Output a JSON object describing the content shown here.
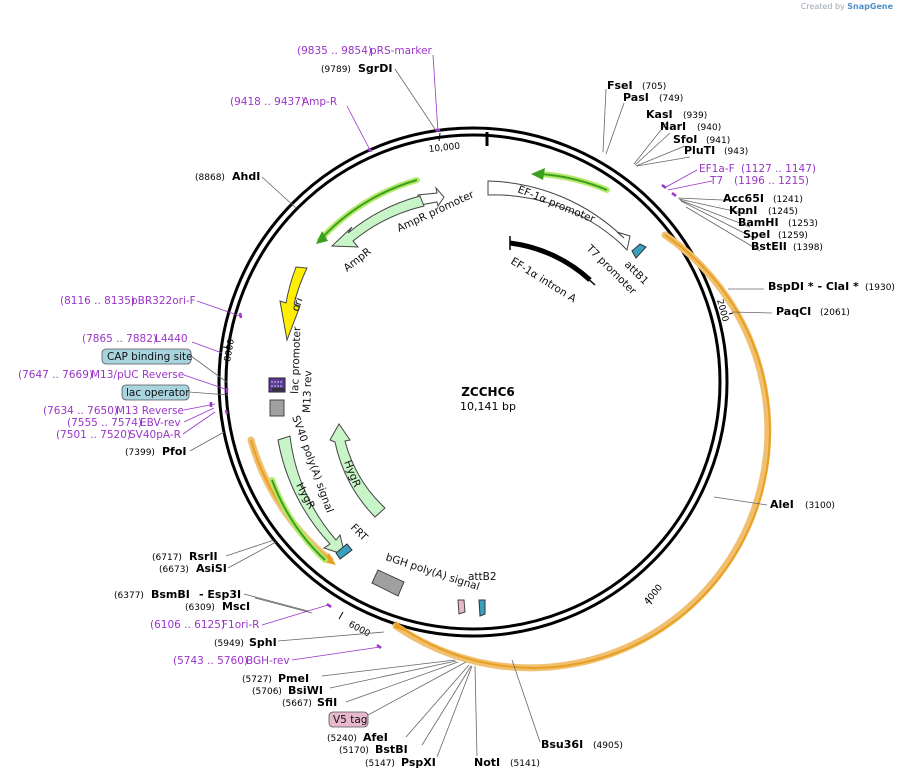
{
  "credit": {
    "prefix": "Created by",
    "brand": "SnapGene"
  },
  "plasmid": {
    "name": "ZCCHC6",
    "size": "10,141 bp"
  },
  "ticks": [
    "2000",
    "4000",
    "6000",
    "8000",
    "10,000"
  ],
  "enzymes": [
    {
      "name": "FseI",
      "pos": "(705)"
    },
    {
      "name": "PasI",
      "pos": "(749)"
    },
    {
      "name": "KasI",
      "pos": "(939)"
    },
    {
      "name": "NarI",
      "pos": "(940)"
    },
    {
      "name": "SfoI",
      "pos": "(941)"
    },
    {
      "name": "PluTI",
      "pos": "(943)"
    },
    {
      "name": "Acc65I",
      "pos": "(1241)"
    },
    {
      "name": "KpnI",
      "pos": "(1245)"
    },
    {
      "name": "BamHI",
      "pos": "(1253)"
    },
    {
      "name": "SpeI",
      "pos": "(1259)"
    },
    {
      "name": "BstEII",
      "pos": "(1398)"
    },
    {
      "name": "BspDI * - ClaI *",
      "pos": "(1930)"
    },
    {
      "name": "PaqCI",
      "pos": "(2061)"
    },
    {
      "name": "AleI",
      "pos": "(3100)"
    },
    {
      "name": "Bsu36I",
      "pos": "(4905)"
    },
    {
      "name": "NotI",
      "pos": "(5141)"
    },
    {
      "name": "PspXI",
      "pos": "(5147)"
    },
    {
      "name": "BstBI",
      "pos": "(5170)"
    },
    {
      "name": "AfeI",
      "pos": "(5240)"
    },
    {
      "name": "SfiI",
      "pos": "(5667)"
    },
    {
      "name": "BsiWI",
      "pos": "(5706)"
    },
    {
      "name": "PmeI",
      "pos": "(5727)"
    },
    {
      "name": "SphI",
      "pos": "(5949)"
    },
    {
      "name": "MscI",
      "pos": "(6309)"
    },
    {
      "name": "BsmBI",
      "pos": "(6377)"
    },
    {
      "name": "- Esp3I",
      "pos": ""
    },
    {
      "name": "AsiSI",
      "pos": "(6673)"
    },
    {
      "name": "RsrII",
      "pos": "(6717)"
    },
    {
      "name": "PfoI",
      "pos": "(7399)"
    },
    {
      "name": "AhdI",
      "pos": "(8868)"
    },
    {
      "name": "SgrDI",
      "pos": "(9789)"
    }
  ],
  "primers": [
    {
      "name": "pRS-marker",
      "range": "(9835 .. 9854)"
    },
    {
      "name": "Amp-R",
      "range": "(9418 .. 9437)"
    },
    {
      "name": "EF1a-F",
      "range": "(1127 .. 1147)"
    },
    {
      "name": "T7",
      "range": "(1196 .. 1215)"
    },
    {
      "name": "pBR322ori-F",
      "range": "(8116 .. 8135)"
    },
    {
      "name": "L4440",
      "range": "(7865 .. 7882)"
    },
    {
      "name": "M13/pUC Reverse",
      "range": "(7647 .. 7669)"
    },
    {
      "name": "M13 Reverse",
      "range": "(7634 .. 7650)"
    },
    {
      "name": "EBV-rev",
      "range": "(7555 .. 7574)"
    },
    {
      "name": "SV40pA-R",
      "range": "(7501 .. 7520)"
    },
    {
      "name": "F1ori-R",
      "range": "(6106 .. 6125)"
    },
    {
      "name": "BGH-rev",
      "range": "(5743 .. 5760)"
    }
  ],
  "boxed_features": [
    {
      "name": "CAP binding site",
      "color": "#a8d4e0"
    },
    {
      "name": "lac operator",
      "color": "#a8d4e0"
    },
    {
      "name": "V5 tag",
      "color": "#e8b8cc"
    }
  ],
  "features": [
    "EF-1α promoter",
    "attB1",
    "T7 promoter",
    "EF-1α intron A",
    "AmpR promoter",
    "AmpR",
    "ori",
    "lac promoter",
    "M13 rev",
    "SV40 poly(A) signal",
    "HygR",
    "HygR",
    "FRT",
    "bGH poly(A) signal",
    "attB2"
  ],
  "colors": {
    "insert_highlight": "#f0c070",
    "insert_line": "#e8a020",
    "green_highlight": "#6bc32a",
    "feature_green": "#c8f5c8",
    "ori_yellow": "#ffee00",
    "primer_purple": "#9a34c8",
    "promoter_white": "#ffffff",
    "gray_feature": "#a0a0a0",
    "attB_blue": "#3aa0c0",
    "v5_pink": "#e8b8cc"
  }
}
